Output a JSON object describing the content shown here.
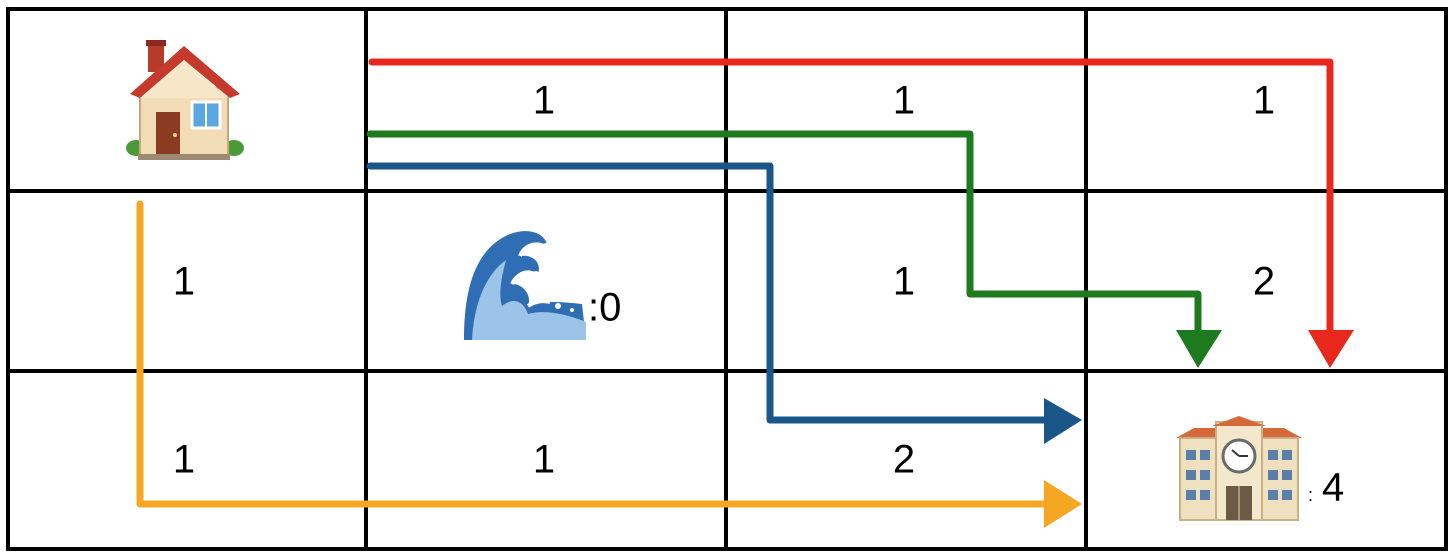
{
  "grid": {
    "rows": 3,
    "cols": 4,
    "cells": [
      [
        "",
        "1",
        "1",
        "1"
      ],
      [
        "1",
        "",
        "1",
        "2"
      ],
      [
        "1",
        "1",
        "2",
        ""
      ]
    ]
  },
  "start": {
    "icon": "house-icon",
    "row": 0,
    "col": 0
  },
  "obstacle": {
    "icon": "wave-icon",
    "label": ":0",
    "row": 1,
    "col": 1
  },
  "goal": {
    "icon": "school-icon",
    "colon": ":",
    "label": "4",
    "row": 2,
    "col": 3
  },
  "paths": [
    {
      "name": "red-path",
      "color": "#e8281c"
    },
    {
      "name": "green-path",
      "color": "#1e7a1e"
    },
    {
      "name": "blue-path",
      "color": "#1a5788"
    },
    {
      "name": "orange-path",
      "color": "#f5a623"
    }
  ]
}
